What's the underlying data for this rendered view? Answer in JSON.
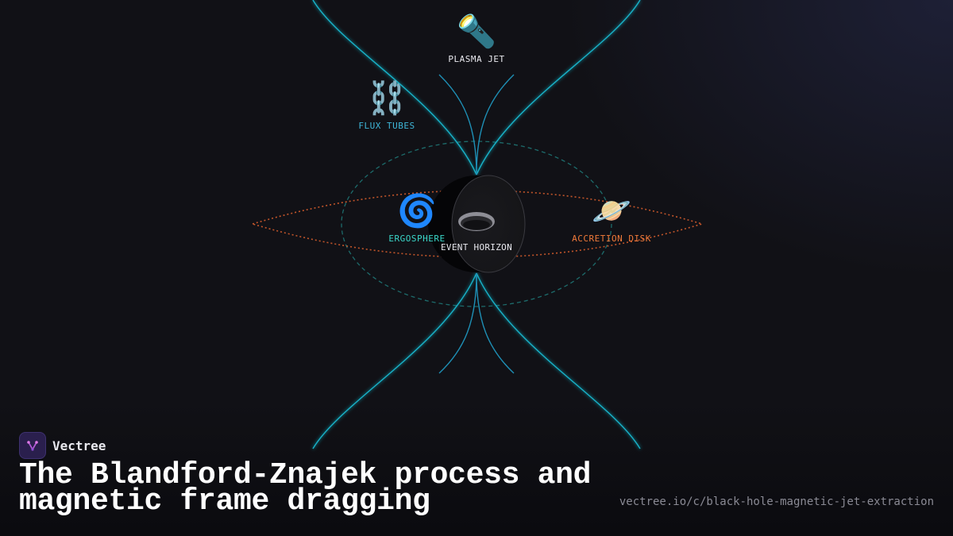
{
  "diagram": {
    "nodes": {
      "plasma_jet": {
        "icon": "flashlight-icon",
        "glyph": "🔦",
        "label": "PLASMA JET",
        "color": "#e8e8ee"
      },
      "flux_tubes": {
        "icon": "chain-icon",
        "glyph": "⛓️",
        "label": "FLUX TUBES",
        "color": "#3fb6d8"
      },
      "ergosphere": {
        "icon": "spiral-icon",
        "glyph": "🌀",
        "label": "ERGOSPHERE",
        "color": "#3ad6c8"
      },
      "event_horizon": {
        "icon": "hole-icon",
        "label": "EVENT HORIZON",
        "color": "#e8e8ee"
      },
      "accretion_disk": {
        "icon": "ringed-planet-icon",
        "glyph": "🪐",
        "label": "ACCRETION DISK",
        "color": "#f07a3a"
      }
    },
    "colors": {
      "field_lines": "#19b3c9",
      "inner_field_lines": "#1e8fb5",
      "ergosphere_outline": "#1d6b6b",
      "accretion_outline": "#c2552a"
    }
  },
  "brand": {
    "name": "Vectree",
    "logo_icon": "vectree-logo-icon"
  },
  "title": "The Blandford-Znajek process and magnetic frame dragging",
  "url": "vectree.io/c/black-hole-magnetic-jet-extraction"
}
